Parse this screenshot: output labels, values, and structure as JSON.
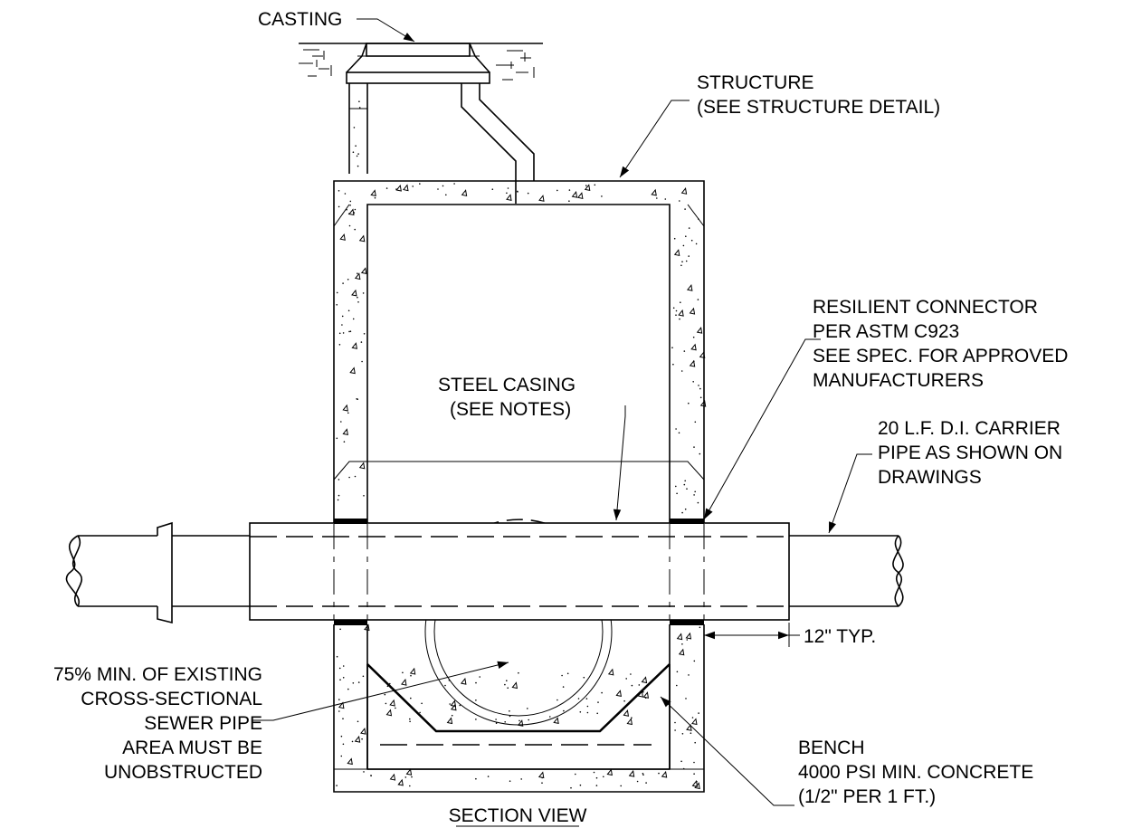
{
  "labels": {
    "casting": "CASTING",
    "structure_1": "STRUCTURE",
    "structure_2": "(SEE STRUCTURE DETAIL)",
    "resilient_1": "RESILIENT CONNECTOR",
    "resilient_2": "PER ASTM C923",
    "resilient_3": "SEE SPEC. FOR APPROVED",
    "resilient_4": "MANUFACTURERS",
    "steel_1": "STEEL CASING",
    "steel_2": "(SEE NOTES)",
    "carrier_1": "20 L.F. D.I. CARRIER",
    "carrier_2": "PIPE AS SHOWN ON",
    "carrier_3": "DRAWINGS",
    "typ": "12\" TYP.",
    "existing_1": "75% MIN. OF EXISTING",
    "existing_2": "CROSS-SECTIONAL",
    "existing_3": "SEWER PIPE",
    "existing_4": "AREA MUST BE",
    "existing_5": "UNOBSTRUCTED",
    "bench_1": "BENCH",
    "bench_2": "4000 PSI MIN. CONCRETE",
    "bench_3": "(1/2\" PER 1 FT.)",
    "section_title": "SECTION VIEW"
  }
}
